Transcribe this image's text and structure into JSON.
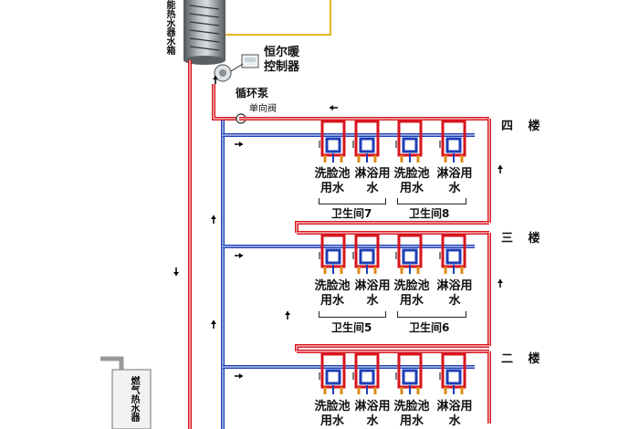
{
  "labels": {
    "solar_tank": "能热水器水箱",
    "controller": "恒尔暖控制器",
    "pump": "循环泵",
    "check_valve": "单向阀",
    "gas_heater": "燃气热水器"
  },
  "fixture_labels": {
    "washbasin": "洗脸池用水",
    "shower": "淋浴用水"
  },
  "floors": [
    {
      "name": "四 楼",
      "rooms": [
        "卫生间7",
        "卫生间8"
      ]
    },
    {
      "name": "三 楼",
      "rooms": [
        "卫生间5",
        "卫生间6"
      ]
    },
    {
      "name": "二 楼",
      "rooms": []
    }
  ],
  "colors": {
    "hot_pipe": "#d7141d",
    "cold_pipe": "#1c3fb7",
    "tank": "#7f8489",
    "faucet_orange": "#e08a18"
  }
}
